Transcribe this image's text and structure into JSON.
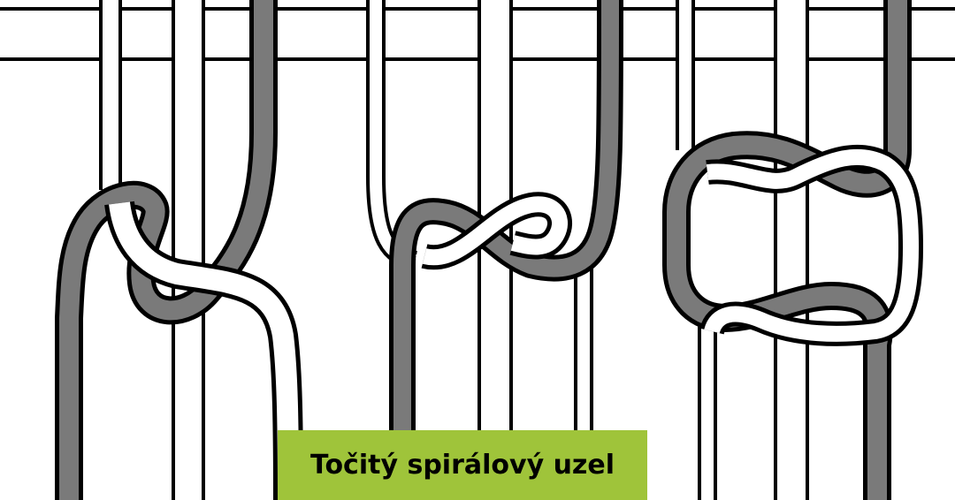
{
  "caption": {
    "text": "Točitý spirálový uzel",
    "background": "#9fc43a",
    "text_color": "#000000"
  },
  "colors": {
    "working_cord": "#7a7a7a",
    "filler_cord": "#ffffff",
    "outline": "#000000",
    "background": "#ffffff"
  },
  "steps": [
    {
      "name": "step-1",
      "description_icon": "half-knot-start-icon"
    },
    {
      "name": "step-2",
      "description_icon": "half-knot-pulled-icon"
    },
    {
      "name": "step-3",
      "description_icon": "square-knot-icon"
    }
  ]
}
